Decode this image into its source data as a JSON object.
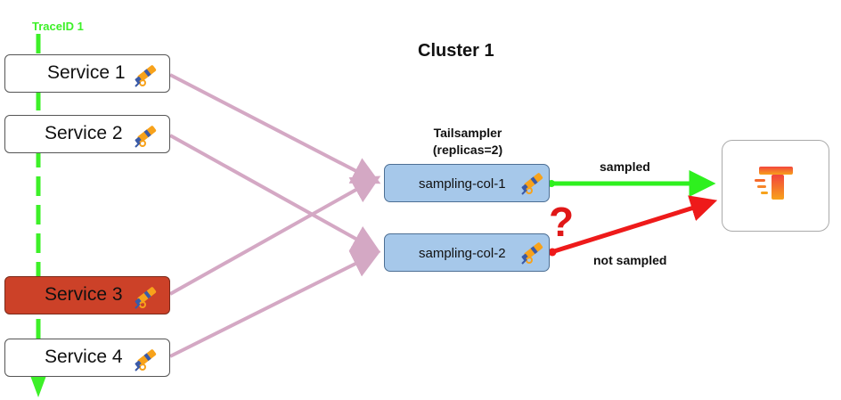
{
  "cluster": {
    "title": "Cluster 1"
  },
  "trace": {
    "label": "TraceID 1",
    "color": "#3df028"
  },
  "services": [
    {
      "name": "Service 1",
      "status": "ok"
    },
    {
      "name": "Service 2",
      "status": "ok"
    },
    {
      "name": "Service 3",
      "status": "failed"
    },
    {
      "name": "Service 4",
      "status": "ok"
    }
  ],
  "tailsampler": {
    "title_line1": "Tailsampler",
    "title_line2": "(replicas=2)",
    "collectors": [
      {
        "name": "sampling-col-1"
      },
      {
        "name": "sampling-col-2"
      }
    ]
  },
  "edges": {
    "sampled_label": "sampled",
    "not_sampled_label": "not sampled",
    "uncertain_mark": "?",
    "sampled_color": "#2ef01e",
    "not_sampled_color": "#ee1a1a",
    "service_edge_color": "#d4a8c4"
  },
  "colors": {
    "failed_service": "#cc4128",
    "collector_fill": "#a6c8ea",
    "backend_logo_top": "#f2453d",
    "backend_logo_bottom": "#f7a21b"
  },
  "icons": {
    "service_icon": "telescope-icon",
    "backend_icon": "tracing-backend-logo-icon"
  }
}
